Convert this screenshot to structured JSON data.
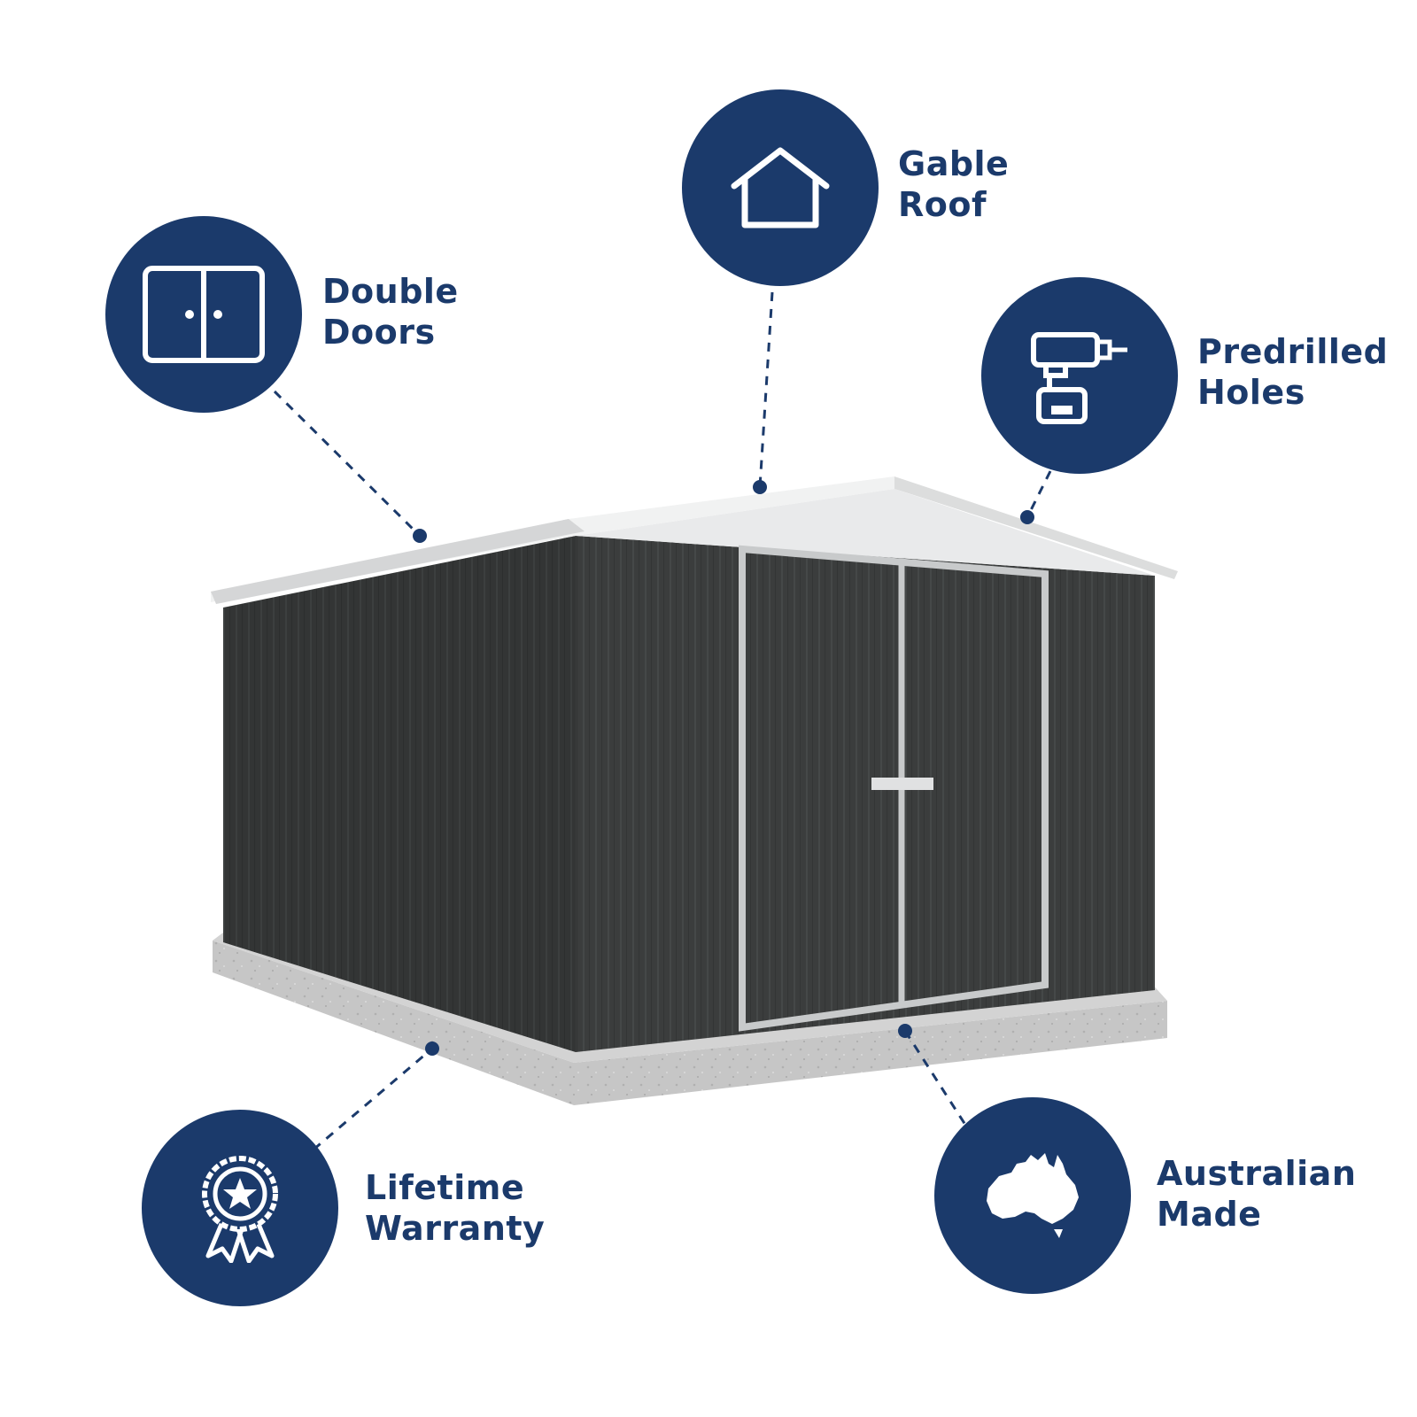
{
  "colors": {
    "brand_navy": "#1b3a6b",
    "shed_wall": "#3b3d3d",
    "roof": "#e6e7e8",
    "trim": "#c9cbcc",
    "concrete": "#c5c5c5"
  },
  "features": [
    {
      "id": "double-doors",
      "icon": "double-door-icon",
      "line1": "Double",
      "line2": "Doors"
    },
    {
      "id": "gable-roof",
      "icon": "house-icon",
      "line1": "Gable",
      "line2": "Roof"
    },
    {
      "id": "predrilled-holes",
      "icon": "drill-icon",
      "line1": "Predrilled",
      "line2": "Holes"
    },
    {
      "id": "lifetime-warranty",
      "icon": "award-ribbon-icon",
      "line1": "Lifetime",
      "line2": "Warranty"
    },
    {
      "id": "australian-made",
      "icon": "australia-map-icon",
      "line1": "Australian",
      "line2": "Made"
    }
  ]
}
